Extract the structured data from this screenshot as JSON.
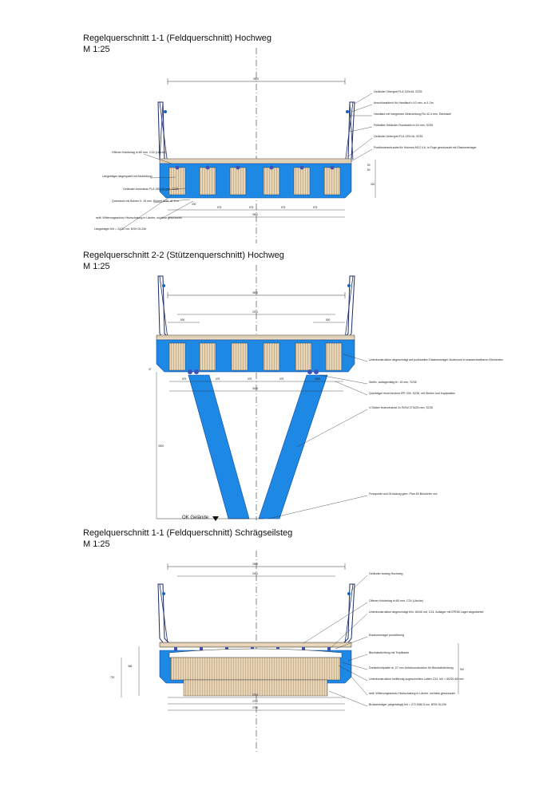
{
  "sections": [
    {
      "title": "Regelquerschnitt 1-1 (Feldquerschnitt) Hochweg",
      "scale": "M 1:25",
      "labels_left": [
        "Offener Holzbelag d=80 mm, C24 (Lärche)",
        "Längsträger abgespatet mit Abdichtung",
        "Geländer Anschluss FLA 150x10 mm, S235",
        "Querstock mit Bolzen h: 15 mm, Bolzen M30, al: 6 m",
        "seitl. Witterungsschutz Holzschalung in Lärche, sichtbar geschraubt",
        "Längsträger b/h = 22/32 cm, BSH GL24h"
      ],
      "labels_right": [
        "Geländer Obergurt FLA 120x16, S235",
        "Anschlussblech für Handlauf t=10 mm, a=1.2m",
        "Handlauf mit integrierter Beleuchtung Ro 42.4 mm, Edelstahl",
        "Füllstäbe Geländer Rundstahl d=16 mm, S235",
        "Geländer Untergurt FLA 120x16, S235",
        "Positionierschraube für Holzrost M12 4.6, in Fuge geschraubt mit Elastomerlager"
      ],
      "dims": [
        "3500",
        "200",
        "675",
        "675",
        "675",
        "675",
        "3500",
        "320",
        "50",
        "80"
      ]
    },
    {
      "title": "Regelquerschnitt 2-2 (Stützenquerschnitt) Hochweg",
      "scale": "M 1:25",
      "labels_right": [
        "Unterkonstruktion abgeschrägt auf punktuellen Elastomerlager Bodenrost in auswechselbaren Elementen",
        "Stelfix, auflagemittig tf= 15 mm, S235",
        "Querträger feuerverzinkt IPE 200, S235, mit Stellen und Kopfplatten",
        "V-Stütze feuerverzinkt 2x RGW 273x25 mm, S235",
        "Fusspunkt und Gründung gem. Plan 83 Brückefer xxx"
      ],
      "ground_label": "OK Gelände",
      "dims": [
        "3500",
        "2200",
        "500",
        "500",
        "3150",
        "675",
        "675",
        "675",
        "675",
        "3160",
        "37",
        "3000"
      ]
    },
    {
      "title": "Regelquerschnitt 1-1 (Feldquerschnitt) Schrägseilsteg",
      "scale": "M 1:25",
      "labels_right": [
        "Geländer analog Hochweg",
        "Offener Holzbelag d=80 mm, C24 (Lärche)",
        "Unterkonstruktion abgeschrägt b/h= 60/40 mit, C24, Auflager mit EPDM Lager abgedichtet",
        "Elastomerlager punktförmig",
        "Blechabdichtung mit Tropfkante",
        "Dreischichtplatte d= 27 mm Unterkonstruktion für Blechabdichtung",
        "Unterkonstruktion keilförmig zugeschnitten Latten C24, b/h = 60/30-60 mm",
        "seitl. Witterungsschutz Holzschalung in Lärche, sichtbar geschraubt",
        "Brückenträger (abgehängt) b/h = 272.5/80.5 cm, BSH GL24h"
      ],
      "dims": [
        "2500",
        "2000",
        "2750",
        "2750",
        "2750",
        "720",
        "365",
        "910"
      ]
    }
  ]
}
